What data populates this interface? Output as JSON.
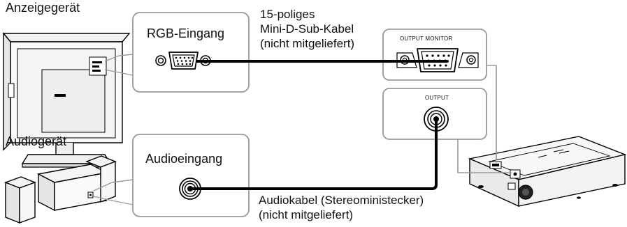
{
  "devices": {
    "display_label": "Anzeigegerät",
    "audio_label": "Audiogerät"
  },
  "inputs": {
    "rgb_label": "RGB-Eingang",
    "audio_label": "Audioeingang"
  },
  "cables": {
    "vga_line1": "15-poliges",
    "vga_line2": "Mini-D-Sub-Kabel",
    "vga_line3": "(nicht mitgeliefert)",
    "audio_line1": "Audiokabel (Stereoministecker)",
    "audio_line2": "(nicht mitgeliefert)"
  },
  "ports": {
    "output_monitor": "OUTPUT MONITOR",
    "output": "OUTPUT"
  }
}
